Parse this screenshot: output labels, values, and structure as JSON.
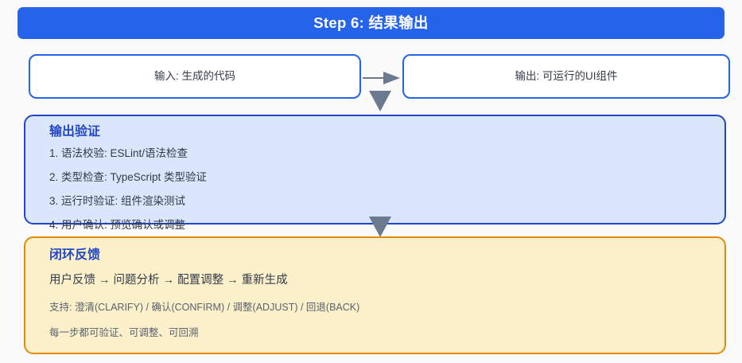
{
  "header": {
    "title": "Step 6: 结果输出",
    "bg_color": "#2563eb",
    "text_color": "#ffffff"
  },
  "io_row": {
    "input": {
      "label": "输入: 生成的代码",
      "border_color": "#2563eb"
    },
    "output": {
      "label": "输出: 可运行的UI组件",
      "border_color": "#2563eb"
    },
    "connector_color": "#6b7a8f"
  },
  "validation_panel": {
    "title": "输出验证",
    "title_color": "#2347c4",
    "bg_color": "#d9e6fb",
    "border_color": "#2347c4",
    "items": [
      "1. 语法校验: ESLint/语法检查",
      "2. 类型检查: TypeScript 类型验证",
      "3. 运行时验证: 组件渲染测试",
      "4. 用户确认: 预览确认或调整"
    ]
  },
  "feedback_panel": {
    "title": "闭环反馈",
    "title_color": "#2347c4",
    "bg_color": "#fcf0ca",
    "border_color": "#e08b0e",
    "flow": "用户反馈 → 问题分析 → 配置调整 → 重新生成",
    "support_note": "支持: 澄清(CLARIFY) / 确认(CONFIRM) / 调整(ADJUST) / 回退(BACK)",
    "trace_note": "每一步都可验证、可调整、可回溯"
  }
}
